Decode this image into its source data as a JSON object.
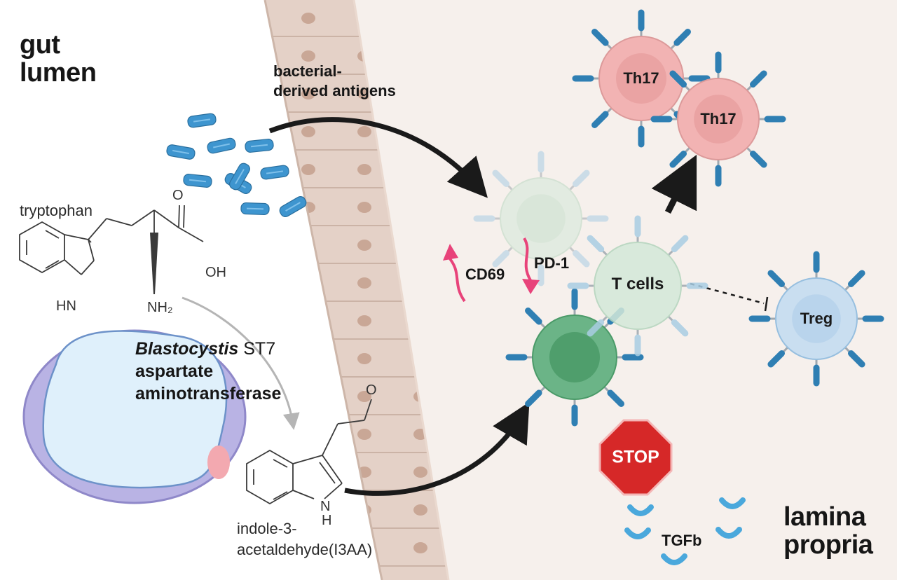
{
  "regions": {
    "gut_lumen": [
      "gut",
      "lumen"
    ],
    "lamina_propria": [
      "lamina",
      "propria"
    ]
  },
  "labels": {
    "antigens": [
      "bacterial-",
      "derived antigens"
    ],
    "tryptophan": "tryptophan",
    "enzyme_species": "Blastocystis",
    "enzyme_subtype": "ST7",
    "enzyme_lines": [
      "aspartate",
      "aminotransferase"
    ],
    "product": [
      "indole-3-",
      "acetaldehyde(I3AA)"
    ],
    "cd69": "CD69",
    "pd1": "PD-1",
    "tgfb": "TGFb",
    "stop": "STOP"
  },
  "atoms": {
    "oxygen": "O",
    "hydroxyl": "OH",
    "amine": "NH₂",
    "ring_nh": "HN",
    "product_n": "N",
    "product_h": "H",
    "aldehyde_o": "O"
  },
  "cells": [
    {
      "name": "",
      "type": "t-cell-inactive"
    },
    {
      "name": "",
      "type": "t-cell-activated"
    },
    {
      "name": "T cells",
      "type": "t-cell"
    },
    {
      "name": "Th17",
      "type": "th17"
    },
    {
      "name": "Th17",
      "type": "th17"
    },
    {
      "name": "Treg",
      "type": "treg"
    }
  ],
  "colors": {
    "tcell_green": "#d3e8d9",
    "tcell_dark": "#4f9e6c",
    "th17_red": "#f2b3b3",
    "treg_blue": "#c9def0",
    "receptor_blue": "#2f7fb3",
    "bacteria_blue": "#3e95cf",
    "arrow_pink": "#e8437a",
    "stop_red": "#d62828"
  }
}
